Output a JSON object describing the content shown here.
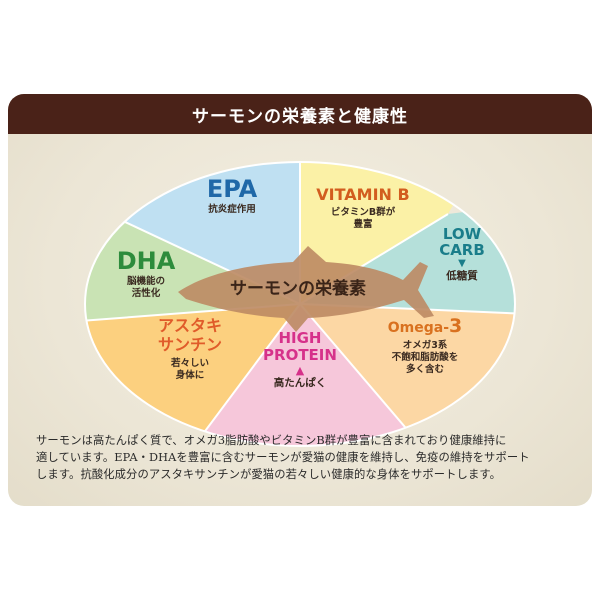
{
  "banner": {
    "title": "サーモンの栄養素と健康性"
  },
  "center_label": "サーモンの栄養素",
  "segments": {
    "epa": {
      "title": "EPA",
      "sub": "抗炎症作用"
    },
    "vitamin_b": {
      "title": "VITAMIN B",
      "sub_line1": "ビタミンB群が",
      "sub_line2": "豊富"
    },
    "low_carb": {
      "title_line1": "LOW",
      "title_line2": "CARB",
      "arrow": "▼",
      "sub": "低糖質"
    },
    "dha": {
      "title": "DHA",
      "sub_line1": "脳機能の",
      "sub_line2": "活性化"
    },
    "omega3": {
      "title": "Omega-",
      "title_num": "3",
      "sub_line1": "オメガ3系",
      "sub_line2": "不飽和脂肪酸を",
      "sub_line3": "多く含む"
    },
    "astaxanthin": {
      "title_line1": "アスタキ",
      "title_line2": "サンチン",
      "sub_line1": "若々しい",
      "sub_line2": "身体に"
    },
    "high_protein": {
      "title_line1": "HIGH",
      "title_line2": "PROTEIN",
      "arrow": "▲",
      "sub": "高たんぱく"
    }
  },
  "colors": {
    "banner_bg": "#4a2218",
    "epa": "#bfe0f2",
    "vitamin_b": "#fbf1a6",
    "low_carb": "#b5e0da",
    "dha": "#c9e3b4",
    "omega3": "#fcd7a4",
    "astaxanthin": "#fcd07f",
    "high_protein": "#f6c7da",
    "fish": "#bd8a63"
  },
  "description": {
    "line1": "サーモンは高たんぱく質で、オメガ3脂肪酸やビタミンB群が豊富に含まれており健康維持に",
    "line2": "適しています。EPA・DHAを豊富に含むサーモンが愛猫の健康を維持し、免疫の維持をサポート",
    "line3": "します。抗酸化成分のアスタキサンチンが愛猫の若々しい健康的な身体をサポートします。"
  }
}
